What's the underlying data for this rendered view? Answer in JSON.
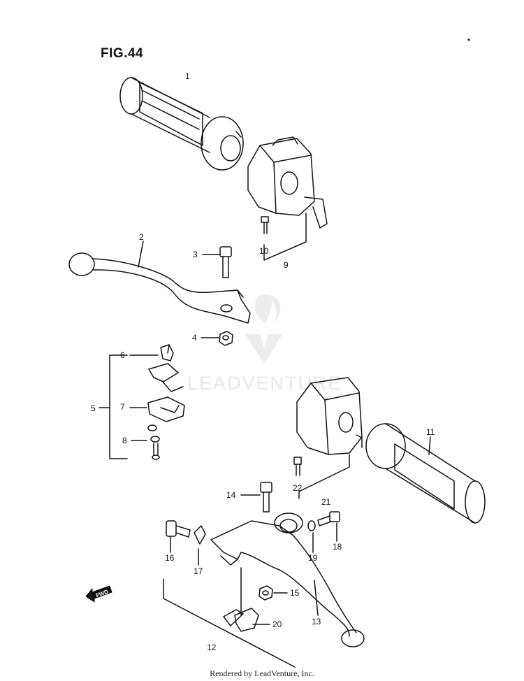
{
  "figure": {
    "title": "FIG.44"
  },
  "watermark": {
    "text": "LEADVENTURE"
  },
  "fwd_label": "FWD",
  "callouts": [
    "1",
    "2",
    "3",
    "4",
    "5",
    "6",
    "7",
    "8",
    "9",
    "10",
    "11",
    "12",
    "13",
    "14",
    "15",
    "16",
    "17",
    "18",
    "19",
    "20",
    "21",
    "22"
  ],
  "footer": {
    "text": "Rendered by LeadVenture, Inc."
  },
  "colors": {
    "line": "#111111",
    "watermark": "#e6e6e6",
    "background": "#ffffff"
  }
}
